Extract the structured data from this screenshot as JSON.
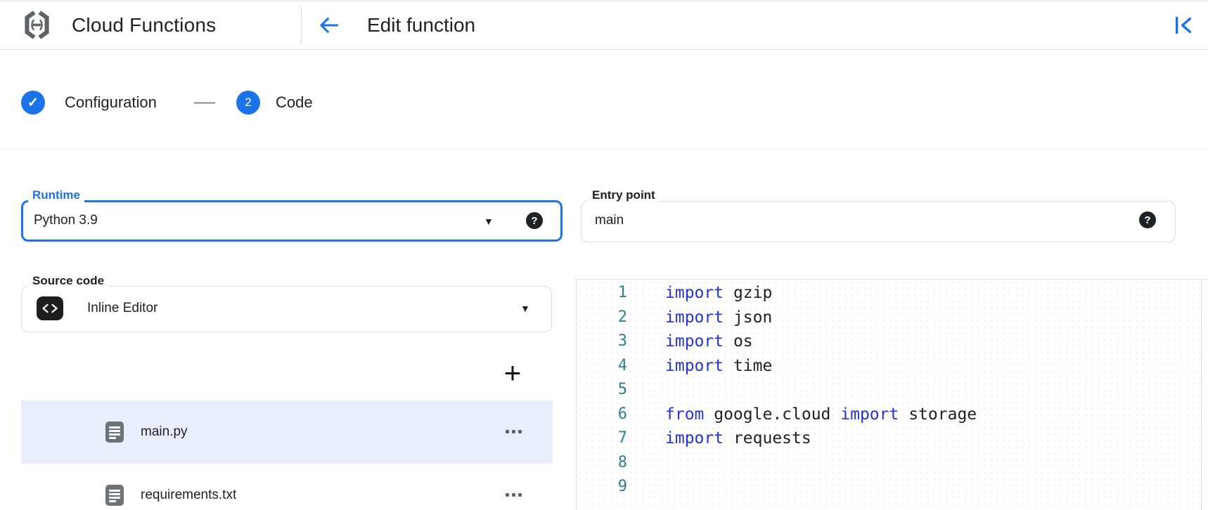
{
  "header": {
    "product": "Cloud Functions",
    "page_title": "Edit function"
  },
  "stepper": {
    "connector": "—",
    "steps": [
      {
        "label": "Configuration",
        "status": "completed"
      },
      {
        "label": "Code",
        "number": "2",
        "status": "active"
      }
    ]
  },
  "fields": {
    "runtime": {
      "label": "Runtime",
      "value": "Python 3.9"
    },
    "entry_point": {
      "label": "Entry point",
      "value": "main"
    },
    "source_code": {
      "label": "Source code",
      "value": "Inline Editor"
    }
  },
  "file_explorer": {
    "files": [
      {
        "name": "main.py",
        "selected": true
      },
      {
        "name": "requirements.txt",
        "selected": false
      }
    ]
  },
  "editor": {
    "lines": [
      {
        "n": "1",
        "tokens": [
          [
            "kw",
            "import"
          ],
          [
            "pl",
            " gzip"
          ]
        ]
      },
      {
        "n": "2",
        "tokens": [
          [
            "kw",
            "import"
          ],
          [
            "pl",
            " json"
          ]
        ]
      },
      {
        "n": "3",
        "tokens": [
          [
            "kw",
            "import"
          ],
          [
            "pl",
            " os"
          ]
        ]
      },
      {
        "n": "4",
        "tokens": [
          [
            "kw",
            "import"
          ],
          [
            "pl",
            " time"
          ]
        ]
      },
      {
        "n": "5",
        "tokens": []
      },
      {
        "n": "6",
        "tokens": [
          [
            "kw",
            "from"
          ],
          [
            "pl",
            " google.cloud "
          ],
          [
            "kw",
            "import"
          ],
          [
            "pl",
            " storage"
          ]
        ]
      },
      {
        "n": "7",
        "tokens": [
          [
            "kw",
            "import"
          ],
          [
            "pl",
            " requests"
          ]
        ]
      },
      {
        "n": "8",
        "tokens": []
      },
      {
        "n": "9",
        "tokens": []
      }
    ]
  },
  "icons": {
    "check": "✓",
    "caret": "▼",
    "help": "?",
    "add_file": "+"
  },
  "colors": {
    "accent": "#1a73e8",
    "keyword": "#2233dd",
    "line_number": "#2e7d91",
    "selected_row_bg": "#e8eefb",
    "text": "#202124"
  }
}
